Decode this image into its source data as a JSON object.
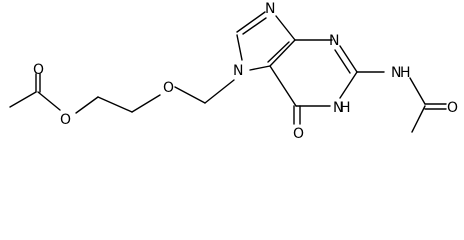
{
  "molecule": {
    "labels": {
      "n_imidazole_top": "N",
      "n7": "N",
      "n3": "N",
      "n1": "N",
      "h1": "H",
      "n_amide": "N",
      "h_amide": "H",
      "o_carbonyl_ring": "O",
      "o_amide": "O",
      "o_ether": "O",
      "o_ester": "O",
      "o_ester_carbonyl": "O"
    }
  }
}
